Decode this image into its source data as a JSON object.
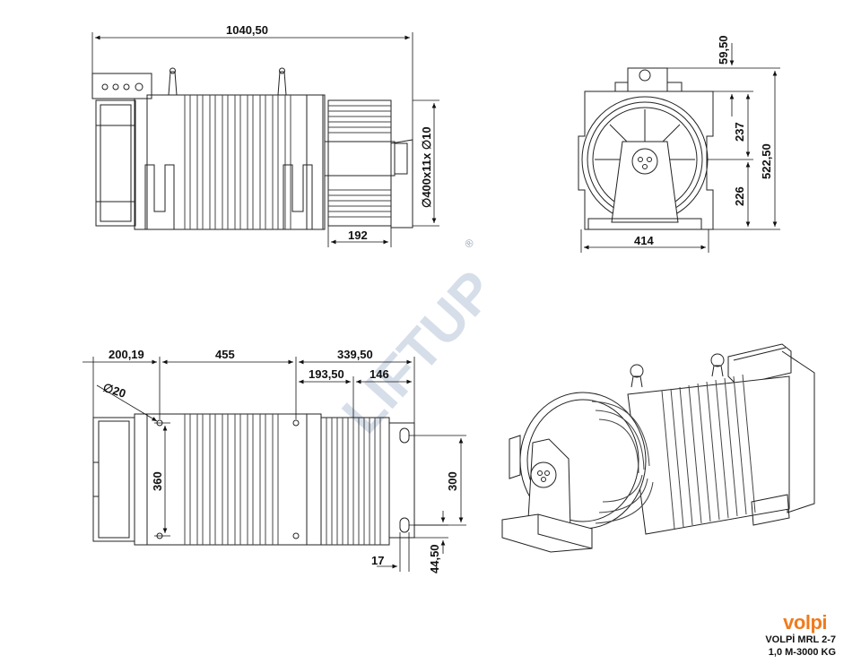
{
  "watermark": {
    "text": "LIFTUP",
    "reg": "®"
  },
  "brand": {
    "logo": "volpi",
    "line1": "VOLPİ MRL 2-7",
    "line2": "1,0 M-3000 KG"
  },
  "dims": {
    "overall_length": "1040,50",
    "drum_spec": "∅400x11x ∅10",
    "drum_len": "192",
    "side_top": "59,50",
    "side_upper": "237",
    "side_lower": "226",
    "side_total": "522,50",
    "side_width": "414",
    "plan_a": "200,19",
    "plan_b": "455",
    "plan_c": "339,50",
    "plan_d": "193,50",
    "plan_e": "146",
    "hole_dia": "∅20",
    "plan_height": "360",
    "foot_span": "300",
    "foot_w": "17",
    "foot_off": "44,50"
  }
}
